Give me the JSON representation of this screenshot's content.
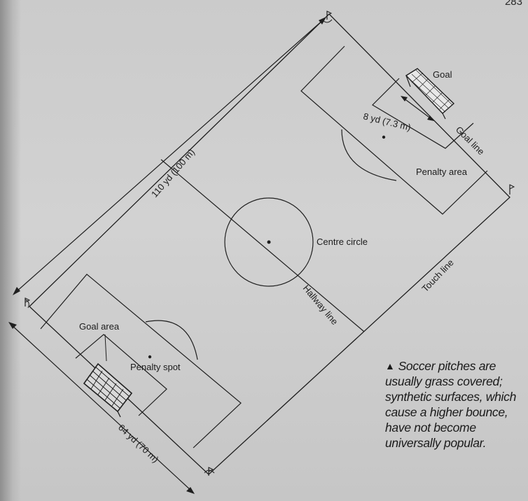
{
  "page_number": "283",
  "labels": {
    "goal": "Goal",
    "goal_width": "8 yd (7.3 m)",
    "goal_line": "Goal line",
    "penalty_area": "Penalty area",
    "length": "110 yd (100 m)",
    "centre_circle": "Centre circle",
    "touch_line": "Touch line",
    "halfway_line": "Hallway line",
    "goal_area": "Goal area",
    "penalty_spot": "Penalty spot",
    "width": "64 yd (70 m)"
  },
  "caption": {
    "marker": "▲",
    "text": "Soccer pitches are usually grass covered; synthetic surfaces, which cause a higher bounce, have not become universally popular."
  }
}
